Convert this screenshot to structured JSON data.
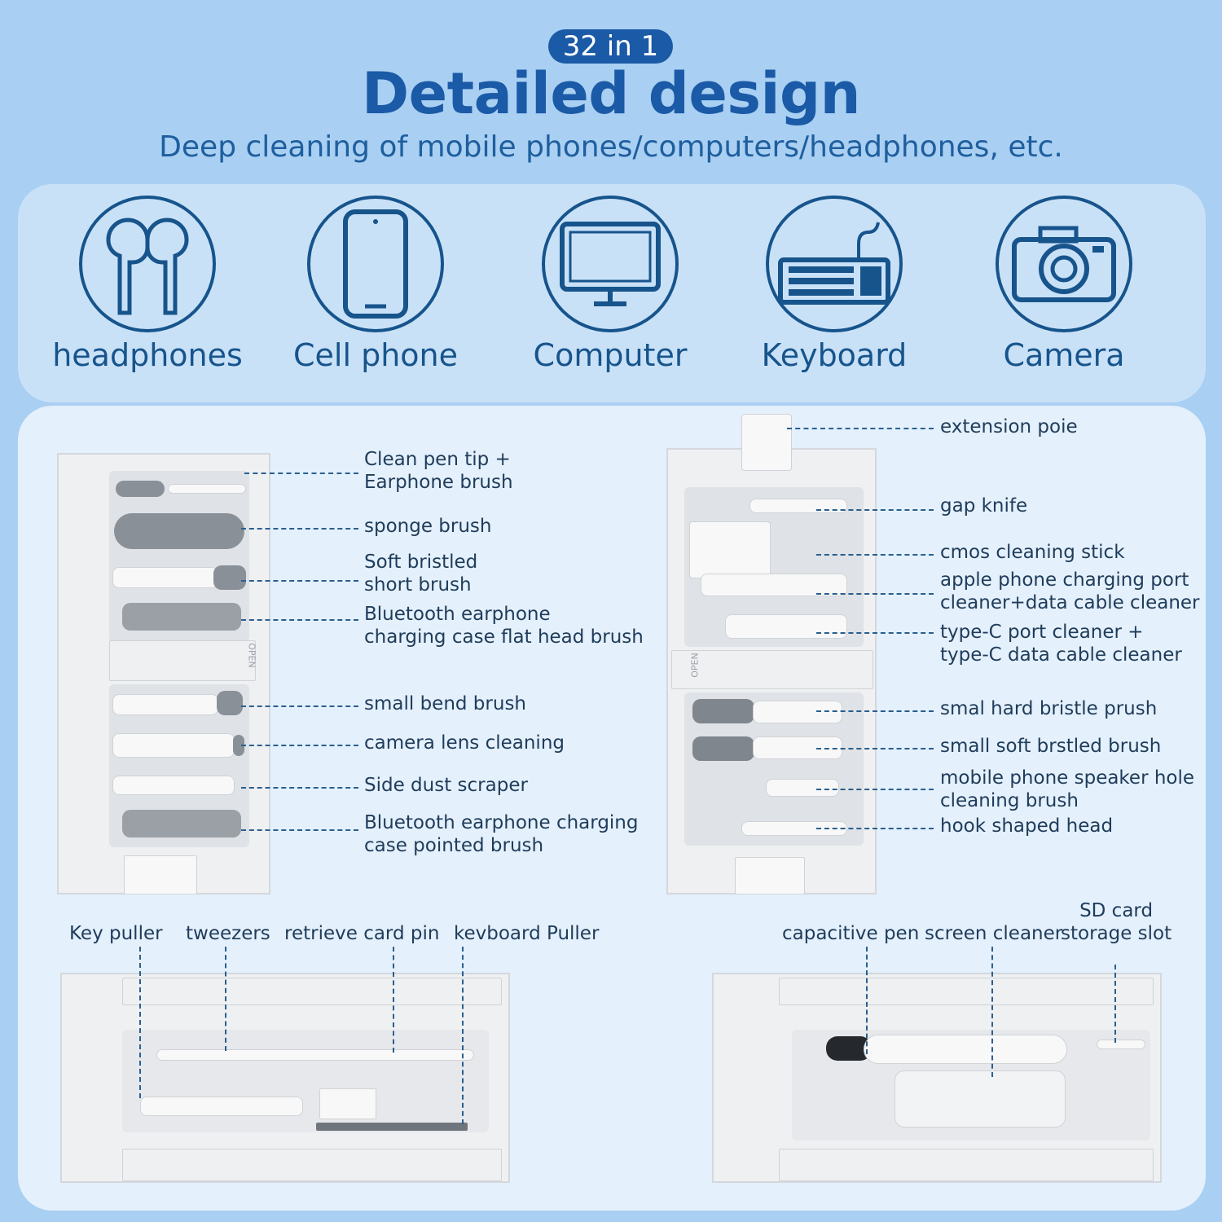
{
  "header": {
    "badge": "32 in 1",
    "title": "Detailed design",
    "subtitle": "Deep cleaning of mobile phones/computers/headphones, etc."
  },
  "devices": [
    {
      "label": "headphones",
      "icon": "headphones-icon"
    },
    {
      "label": "Cell phone",
      "icon": "cell-phone-icon"
    },
    {
      "label": "Computer",
      "icon": "computer-icon"
    },
    {
      "label": "Keyboard",
      "icon": "keyboard-icon"
    },
    {
      "label": "Camera",
      "icon": "camera-icon"
    }
  ],
  "left_unit_labels": [
    "Clean pen tip +\nEarphone brush",
    "sponge brush",
    "Soft bristled\nshort brush",
    "Bluetooth earphone\ncharging case flat head brush",
    "small bend brush",
    "camera lens cleaning",
    "Side dust scraper",
    "Bluetooth earphone charging\ncase pointed brush"
  ],
  "right_unit_labels": [
    "extension poie",
    "gap knife",
    "cmos cleaning stick",
    "apple phone charging port\ncleaner+data cable cleaner",
    "type-C port cleaner +\ntype-C data cable cleaner",
    "smal hard bristle prush",
    "small soft brstled brush",
    "mobile phone speaker hole\ncleaning brush",
    "hook shaped head"
  ],
  "bottom_left_labels": [
    "Key puller",
    "tweezers",
    "retrieve card pin",
    "kevboard Puller"
  ],
  "bottom_right_labels": [
    "capacitive pen",
    "screen cleaner",
    "SD card\nstorage slot"
  ],
  "product_text": {
    "open_label": "OPEN"
  },
  "colors": {
    "accent": "#1a5aa6",
    "background": "#a9cff2",
    "panel": "#e4f0fb"
  }
}
